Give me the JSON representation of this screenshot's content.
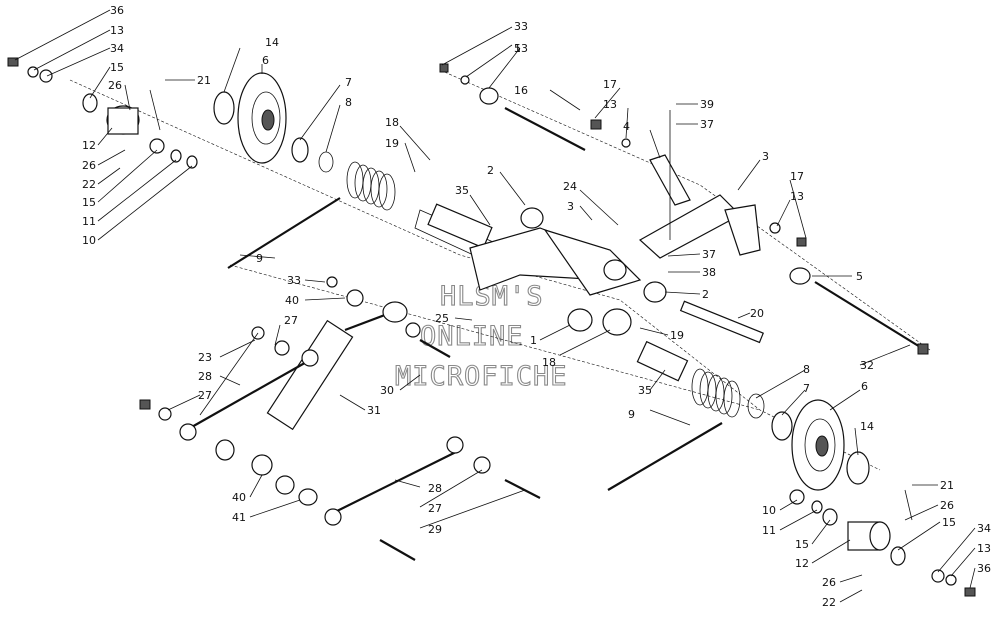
{
  "watermark": [
    "HLSM'S",
    "ONLINE",
    "MICROFICHE"
  ],
  "callouts": [
    "36",
    "13",
    "34",
    "15",
    "26",
    "21",
    "12",
    "26",
    "22",
    "15",
    "11",
    "10",
    "14",
    "6",
    "7",
    "8",
    "18",
    "19",
    "35",
    "9",
    "33",
    "40",
    "27",
    "23",
    "28",
    "27",
    "40",
    "41",
    "25",
    "30",
    "31",
    "1",
    "18",
    "2",
    "24",
    "3",
    "16",
    "13",
    "5",
    "33",
    "17",
    "13",
    "4",
    "39",
    "37",
    "3",
    "17",
    "13",
    "37",
    "38",
    "5",
    "2",
    "19",
    "20",
    "32",
    "8",
    "7",
    "6",
    "14",
    "35",
    "9",
    "28",
    "27",
    "29",
    "10",
    "11",
    "15",
    "12",
    "21",
    "26",
    "15",
    "34",
    "13",
    "26",
    "36",
    "22"
  ]
}
